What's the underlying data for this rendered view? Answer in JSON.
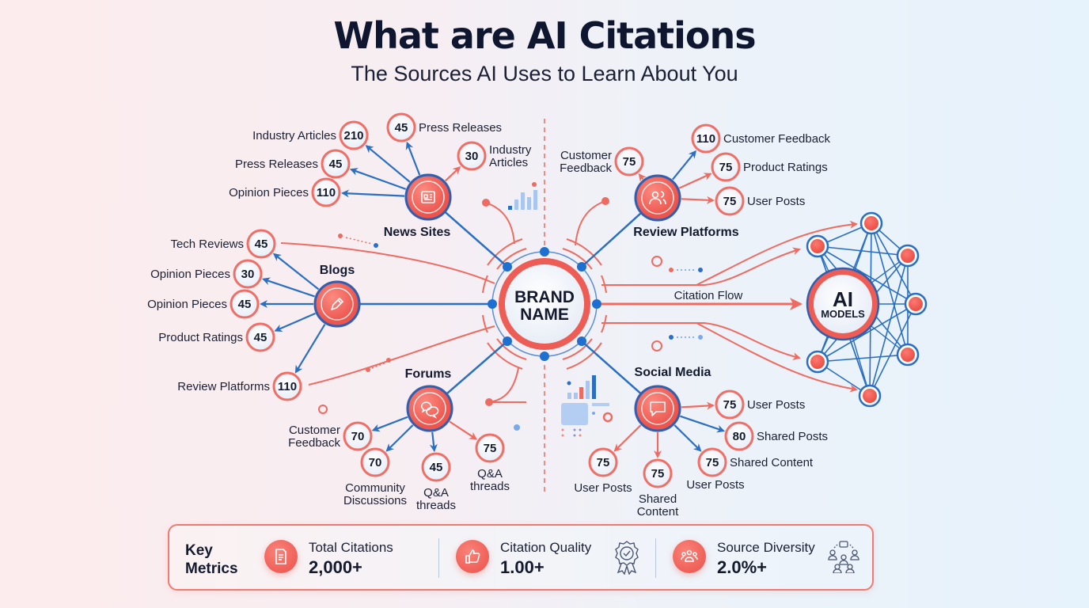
{
  "header": {
    "title": "What are AI Citations",
    "subtitle": "The Sources AI Uses to Learn About You"
  },
  "colors": {
    "accent_red": "#ee5d55",
    "accent_blue": "#2a6fc2",
    "text_dark": "#141a2e"
  },
  "center": {
    "line1": "BRAND",
    "line2": "NAME"
  },
  "ai_models": {
    "line1": "AI",
    "line2": "MODELS"
  },
  "flow_label": "Citation Flow",
  "hubs": {
    "news_sites": {
      "label": "News Sites",
      "icon": "newspaper-icon",
      "items": [
        {
          "label": "Industry Articles",
          "value": "210"
        },
        {
          "label": "Press Releases",
          "value": "45"
        },
        {
          "label": "Opinion Pieces",
          "value": "110"
        },
        {
          "label": "Press Releases",
          "value": "45"
        },
        {
          "label": "Industry",
          "label2": "Articles",
          "value": "30"
        }
      ]
    },
    "blogs": {
      "label": "Blogs",
      "icon": "pencil-icon",
      "items": [
        {
          "label": "Tech Reviews",
          "value": "45"
        },
        {
          "label": "Opinion Pieces",
          "value": "30"
        },
        {
          "label": "Opinion Pieces",
          "value": "45"
        },
        {
          "label": "Product Ratings",
          "value": "45"
        },
        {
          "label": "Review Platforms",
          "value": "110"
        }
      ]
    },
    "forums": {
      "label": "Forums",
      "icon": "chat-bubbles-icon",
      "items": [
        {
          "label": "Customer",
          "label2": "Feedback",
          "value": "70"
        },
        {
          "label": "Community",
          "label2": "Discussions",
          "value": "70"
        },
        {
          "label": "Q&A",
          "label2": "threads",
          "value": "45"
        },
        {
          "label": "Q&A",
          "label2": "threads",
          "value": "75"
        }
      ]
    },
    "review_platforms": {
      "label": "Review Platforms",
      "icon": "users-icon",
      "items": [
        {
          "label": "Customer",
          "label2": "Feedback",
          "value": "75"
        },
        {
          "label": "Customer Feedback",
          "value": "110"
        },
        {
          "label": "Product Ratings",
          "value": "75"
        },
        {
          "label": "User Posts",
          "value": "75"
        }
      ]
    },
    "social_media": {
      "label": "Social Media",
      "icon": "speech-bubble-icon",
      "items": [
        {
          "label": "User Posts",
          "value": "75"
        },
        {
          "label": "Shared Posts",
          "value": "80"
        },
        {
          "label": "Shared Content",
          "value": "75"
        },
        {
          "label": "User Posts",
          "value": "75"
        },
        {
          "label": "Shared",
          "label2": "Content",
          "value": "75"
        },
        {
          "label": "User Posts",
          "value": "75"
        }
      ]
    }
  },
  "metrics": {
    "heading_line1": "Key",
    "heading_line2": "Metrics",
    "items": [
      {
        "label": "Total Citations",
        "value": "2,000+",
        "icon": "document-icon"
      },
      {
        "label": "Citation Quality",
        "value": "1.00+",
        "icon": "thumbs-up-icon",
        "side_icon": "award-badge-icon"
      },
      {
        "label": "Source Diversity",
        "value": "2.0%+",
        "icon": "group-icon",
        "side_icon": "network-people-icon"
      }
    ]
  }
}
